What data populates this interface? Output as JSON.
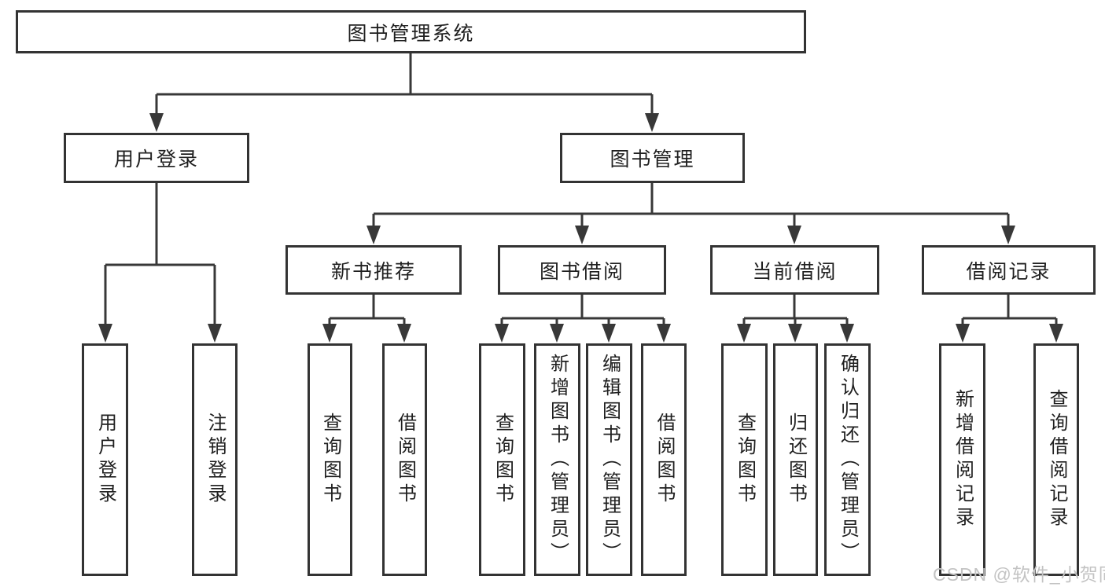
{
  "diagram": {
    "tree": {
      "root": "图书管理系统",
      "level2": [
        "用户登录",
        "图书管理"
      ],
      "level3": [
        "新书推荐",
        "图书借阅",
        "当前借阅",
        "借阅记录"
      ],
      "groups": {
        "user": [
          "用户登录",
          "注销登录"
        ],
        "newbooks": [
          "查询图书",
          "借阅图书"
        ],
        "borrow": [
          "查询图书",
          "新增图书（管理员）",
          "编辑图书（管理员）",
          "借阅图书"
        ],
        "current": [
          "查询图书",
          "归还图书",
          "确认归还（管理员）"
        ],
        "records": [
          "新增借阅记录",
          "查询借阅记录"
        ]
      }
    }
  },
  "watermark": "CSDN @软件_小贺同学",
  "colors": {
    "line": "#383838",
    "border": "#333333",
    "text": "#1f1f1f",
    "watermark": "#c3c3c3",
    "background": "#ffffff"
  }
}
